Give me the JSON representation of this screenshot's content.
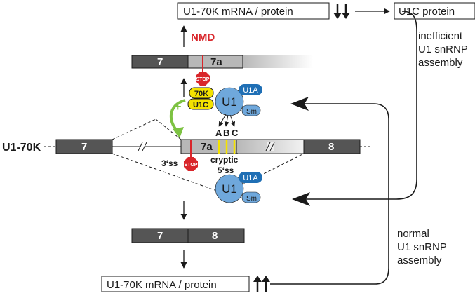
{
  "colors": {
    "exon_dark": "#555555",
    "exon_light": "#b8b8b8",
    "stop_red": "#d9262b",
    "nmd_red": "#d9262b",
    "u1_blue": "#6fa8dc",
    "u1a_blue": "#1f6fb5",
    "yellow": "#f4e300",
    "green": "#7dc242",
    "line": "#1a1a1a"
  },
  "top": {
    "mrna_box": "U1-70K mRNA / protein",
    "u1c_box": "U1C protein",
    "down_arrows": "↓↓",
    "nmd": "NMD"
  },
  "side_notes": {
    "inefficient": [
      "inefficient",
      "U1 snRNP",
      "assembly"
    ],
    "normal": [
      "normal",
      "U1 snRNP",
      "assembly"
    ]
  },
  "gene": {
    "name": "U1-70K",
    "exon7": "7",
    "exon7a": "7a",
    "exon8": "8",
    "ss3": "3‘ss",
    "cryptic": "cryptic",
    "ss5": "5‘ss",
    "sites": [
      "A",
      "B",
      "C"
    ],
    "stop": "STOP",
    "plus": "+"
  },
  "u1_complex": {
    "k70": "70K",
    "u1c": "U1C",
    "u1a": "U1A",
    "u1": "U1",
    "sm": "Sm"
  },
  "bottom": {
    "mrna_box": "U1-70K mRNA / protein",
    "up_arrows": "↑↑"
  }
}
